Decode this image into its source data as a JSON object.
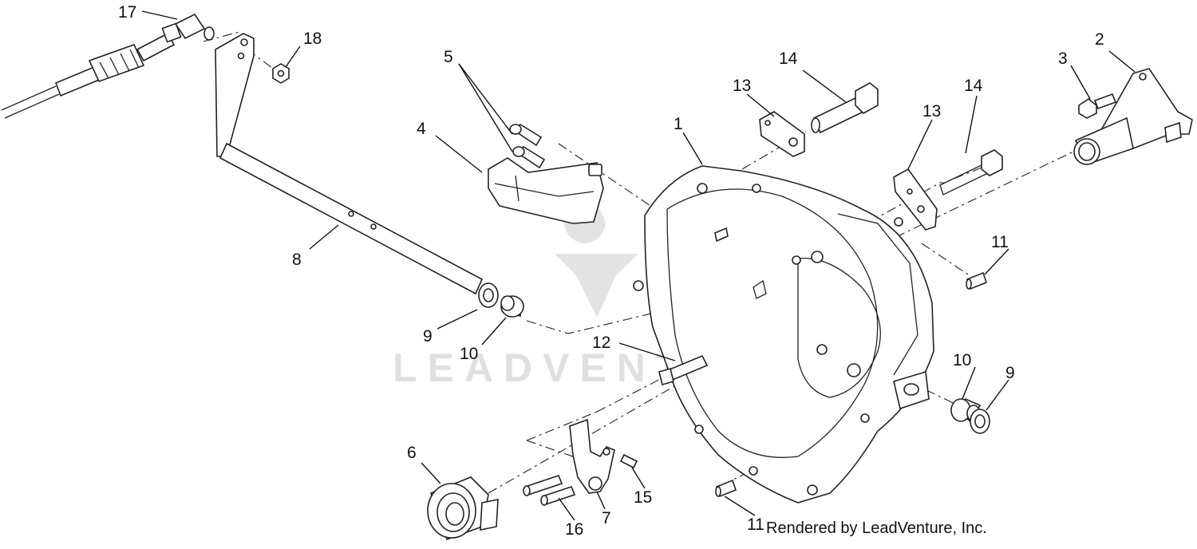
{
  "watermark": {
    "text": "LEADVENTURE"
  },
  "credit": "Rendered by LeadVenture, Inc.",
  "callouts": {
    "c1": "1",
    "c2": "2",
    "c3": "3",
    "c4": "4",
    "c5": "5",
    "c6": "6",
    "c7": "7",
    "c8": "8",
    "c9a": "9",
    "c9b": "9",
    "c10a": "10",
    "c10b": "10",
    "c11a": "11",
    "c11b": "11",
    "c12": "12",
    "c13a": "13",
    "c13b": "13",
    "c14a": "14",
    "c14b": "14",
    "c15": "15",
    "c16": "16",
    "c17": "17",
    "c18": "18"
  }
}
